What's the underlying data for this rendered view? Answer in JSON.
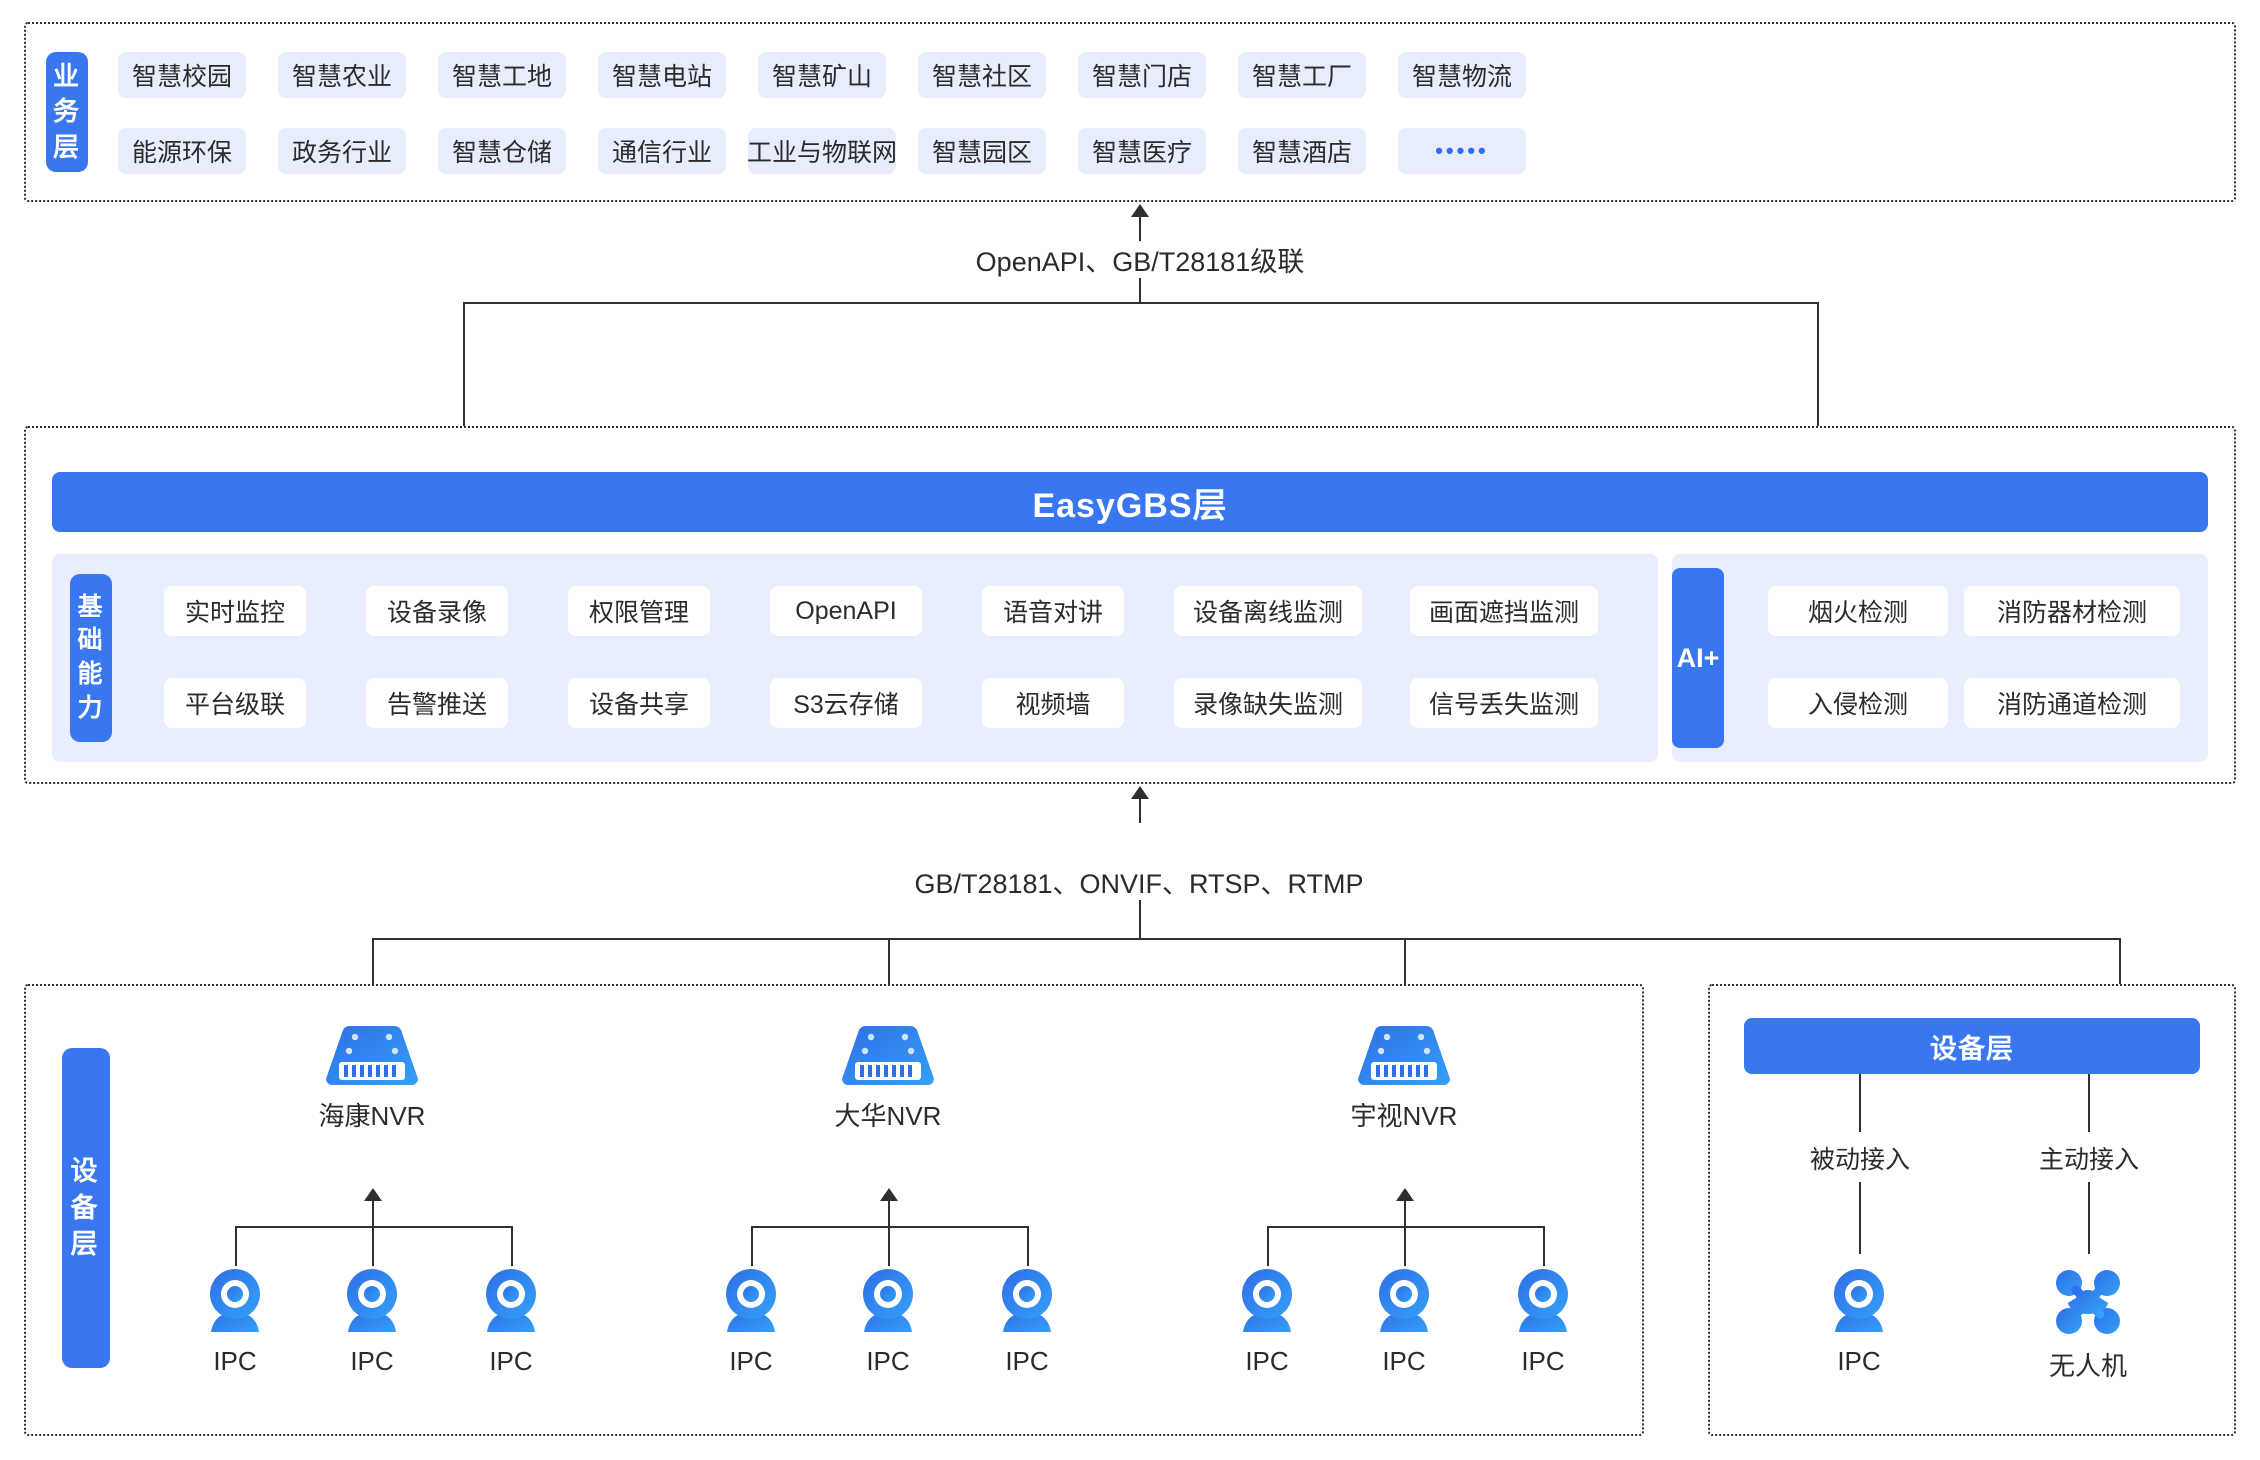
{
  "business_layer": {
    "label": "业务层",
    "label_chars": [
      "业",
      "务",
      "层"
    ],
    "row1": [
      "智慧校园",
      "智慧农业",
      "智慧工地",
      "智慧电站",
      "智慧矿山",
      "智慧社区",
      "智慧门店",
      "智慧工厂",
      "智慧物流"
    ],
    "row2": [
      "能源环保",
      "政务行业",
      "智慧仓储",
      "通信行业",
      "工业与物联网",
      "智慧园区",
      "智慧医疗",
      "智慧酒店",
      "•••••"
    ]
  },
  "connectors": {
    "top": "OpenAPI、GB/T28181级联",
    "bottom": "GB/T28181、ONVIF、RTSP、RTMP"
  },
  "platform_layer": {
    "title": "EasyGBS层",
    "capability_label": "基础能力",
    "capability_label_chars": [
      "基",
      "础",
      "能",
      "力"
    ],
    "capabilities_row1": [
      "实时监控",
      "设备录像",
      "权限管理",
      "OpenAPI",
      "语音对讲",
      "设备离线监测",
      "画面遮挡监测"
    ],
    "capabilities_row2": [
      "平台级联",
      "告警推送",
      "设备共享",
      "S3云存储",
      "视频墙",
      "录像缺失监测",
      "信号丢失监测"
    ],
    "ai_badge": "AI+",
    "ai_row1": [
      "烟火检测",
      "消防器材检测"
    ],
    "ai_row2": [
      "入侵检测",
      "消防通道检测"
    ]
  },
  "device_layer_left": {
    "label": "设备层",
    "label_chars": [
      "设",
      "备",
      "层"
    ],
    "nvrs": [
      {
        "name": "海康NVR",
        "cameras": [
          "IPC",
          "IPC",
          "IPC"
        ]
      },
      {
        "name": "大华NVR",
        "cameras": [
          "IPC",
          "IPC",
          "IPC"
        ]
      },
      {
        "name": "宇视NVR",
        "cameras": [
          "IPC",
          "IPC",
          "IPC"
        ]
      }
    ]
  },
  "device_layer_right": {
    "title": "设备层",
    "branches": [
      {
        "mode": "被动接入",
        "device": "IPC",
        "icon": "camera-icon"
      },
      {
        "mode": "主动接入",
        "device": "无人机",
        "icon": "drone-icon"
      }
    ]
  },
  "colors": {
    "brand_blue": "#3877f0",
    "chip_bg": "#e8edfd",
    "panel_bg": "#e9eefd",
    "line": "#2f2f2f",
    "text": "#2b2b2b"
  }
}
